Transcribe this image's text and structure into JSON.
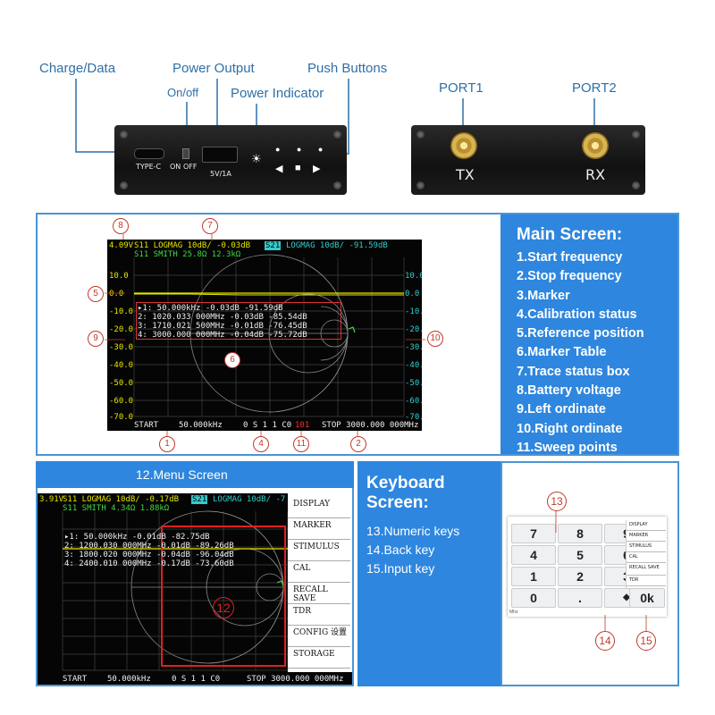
{
  "device": {
    "labels": {
      "charge": "Charge/Data",
      "power_output": "Power Output",
      "push_buttons": "Push Buttons",
      "on_off": "On/off",
      "power_indicator": "Power Indicator",
      "port1": "PORT1",
      "port2": "PORT2"
    },
    "panel_text": {
      "type_c": "TYPE-C",
      "on": "ON",
      "off": "OFF",
      "rating": "5V/1A",
      "tx": "TX",
      "rx": "RX"
    }
  },
  "main_screen": {
    "trace1": "S11 LOGMAG 10dB/ -0.03dB",
    "trace1b": "S11 SMITH 25.8Ω 12.3kΩ",
    "trace2_tag": "S21",
    "trace2": "LOGMAG 10dB/ -91.59dB",
    "battery": "4.09V",
    "left_ticks": [
      "10.0",
      "0.0",
      "-10.0",
      "-20.0",
      "-30.0",
      "-40.0",
      "-50.0",
      "-60.0",
      "-70.0"
    ],
    "right_ticks": [
      "10.0",
      "0.0",
      "-10.0",
      "-20.0",
      "-30.0",
      "-40.0",
      "-50.0",
      "-60.0",
      "-70.0"
    ],
    "markers": [
      "▸1:    50.000kHz -0.03dB -91.59dB",
      " 2: 1020.033 000MHz -0.03dB -85.54dB",
      " 3: 1710.021 500MHz -0.01dB -76.45dB",
      " 4: 3000.000 000MHz -0.04dB -75.72dB"
    ],
    "start": "START",
    "start_freq": "50.000kHz",
    "status": "0 S 1 1  C0",
    "points": "101",
    "stop": "STOP 3000.000 000MHz",
    "callouts": [
      "1",
      "2",
      "4",
      "5",
      "6",
      "7",
      "8",
      "9",
      "10",
      "11"
    ]
  },
  "main_legend": {
    "title": "Main Screen:",
    "items": [
      "1.Start frequency",
      "2.Stop frequency",
      "3.Marker",
      "4.Calibration status",
      "5.Reference position",
      "6.Marker Table",
      "7.Trace status box",
      "8.Battery voltage",
      "9.Left ordinate",
      "10.Right ordinate",
      "11.Sweep points"
    ]
  },
  "menu_screen": {
    "title": "12.Menu Screen",
    "trace1": "S11 LOGMAG 10dB/ -0.17dB",
    "trace1b": "S11 SMITH 4.34Ω 1.88kΩ",
    "trace2_tag": "S21",
    "trace2": "LOGMAG 10dB/ -7",
    "battery": "3.91V",
    "markers": [
      "▸1:    50.000kHz -0.01dB -82.75dB",
      " 2: 1200.030 000MHz -0.01dB -89.26dB",
      " 3: 1800.020 000MHz -0.04dB -96.04dB",
      " 4: 2400.010 000MHz -0.17dB -73.60dB"
    ],
    "menu": [
      "DISPLAY",
      "MARKER",
      "STIMULUS",
      "CAL",
      "RECALL SAVE",
      "TDR",
      "CONFIG 设置",
      "STORAGE"
    ],
    "start": "START",
    "start_freq": "50.000kHz",
    "status": "0 S 1 1  C0",
    "stop": "STOP 3000.000 000MHz",
    "callout": "12"
  },
  "keyboard": {
    "title": "Keyboard Screen:",
    "items": [
      "13.Numeric keys",
      "14.Back key",
      "15.Input key"
    ],
    "keys": [
      "7",
      "8",
      "9",
      "4",
      "5",
      "6",
      "1",
      "2",
      "3",
      "0",
      ".",
      "◆",
      "0k"
    ],
    "menu": [
      "DISPLAY",
      "MARKER",
      "STIMULUS",
      "CAL",
      "RECALL SAVE",
      "TDR"
    ],
    "footer": "Mhz",
    "callouts": [
      "13",
      "14",
      "15"
    ]
  }
}
